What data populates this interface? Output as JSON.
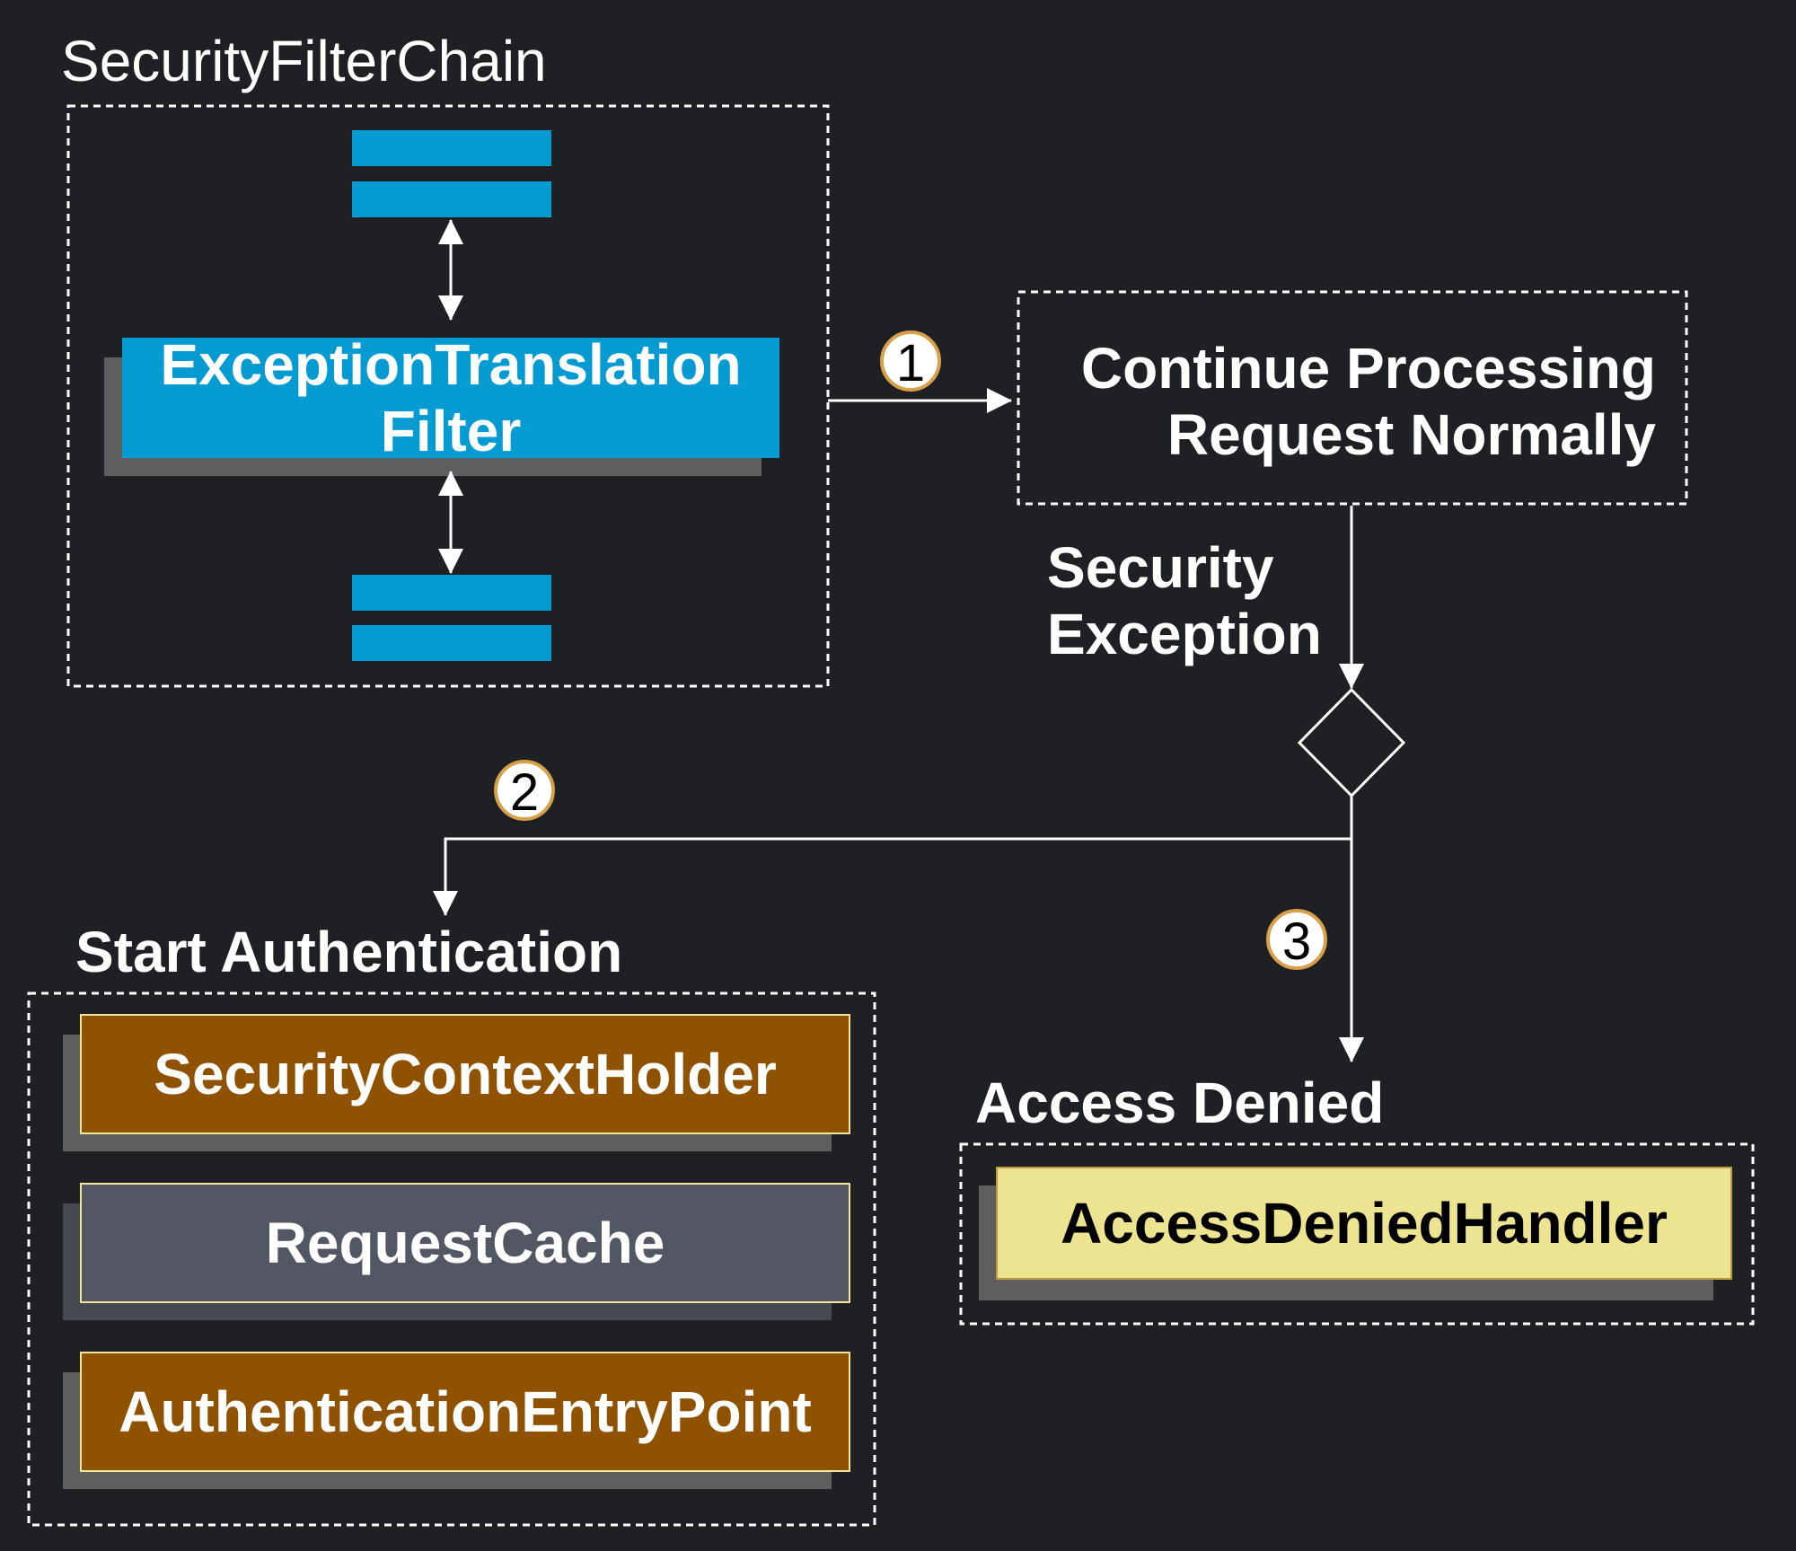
{
  "colors": {
    "background": "#1e2023",
    "filter_blue": "#039bd1",
    "brown": "#8e5200",
    "slate": "#525763",
    "yellow": "#ede492",
    "shadow": "#5e5e5e",
    "white": "#ffffff",
    "box_border": "#f3e598"
  },
  "security_filter_chain": {
    "title": "SecurityFilterChain",
    "filter_line1": "ExceptionTranslation",
    "filter_line2": "Filter"
  },
  "continue": {
    "line1": "Continue Processing",
    "line2": "Request Normally"
  },
  "security_exception": {
    "line1": "Security",
    "line2": "Exception"
  },
  "steps": {
    "one": "1",
    "two": "2",
    "three": "3"
  },
  "start_authentication": {
    "title": "Start Authentication",
    "security_context_holder": "SecurityContextHolder",
    "request_cache": "RequestCache",
    "authentication_entry_point": "AuthenticationEntryPoint"
  },
  "access_denied": {
    "title": "Access Denied",
    "handler": "AccessDeniedHandler"
  }
}
